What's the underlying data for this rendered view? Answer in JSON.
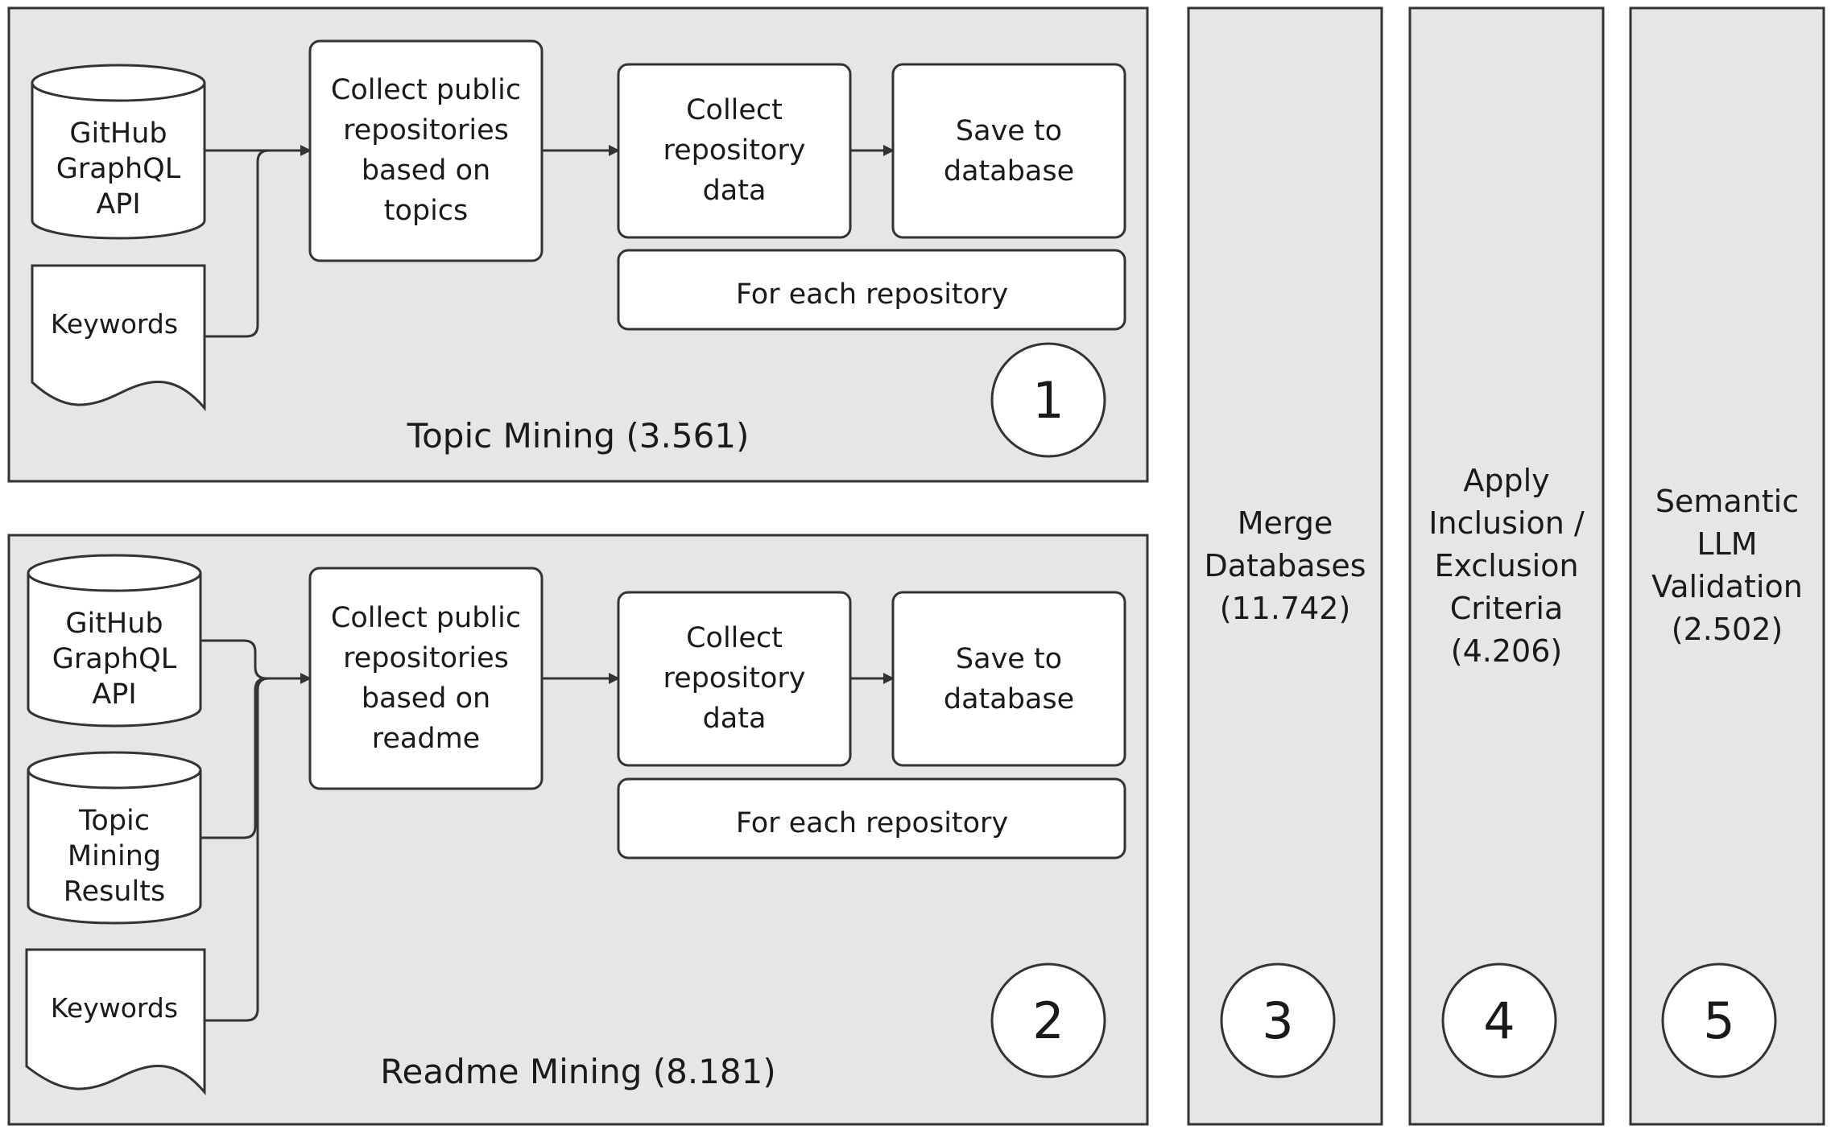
{
  "panels": {
    "topic": {
      "title": "Topic Mining (3.561)",
      "number": "1",
      "source_api": [
        "GitHub",
        "GraphQL",
        "API"
      ],
      "keywords": "Keywords",
      "collect": [
        "Collect public",
        "repositories",
        "based on",
        "topics"
      ],
      "collect_data": [
        "Collect",
        "repository",
        "data"
      ],
      "save": [
        "Save to",
        "database"
      ],
      "loop": "For each repository"
    },
    "readme": {
      "title": "Readme Mining (8.181)",
      "number": "2",
      "source_api": [
        "GitHub",
        "GraphQL",
        "API"
      ],
      "topic_results": [
        "Topic",
        "Mining",
        "Results"
      ],
      "keywords": "Keywords",
      "collect": [
        "Collect public",
        "repositories",
        "based on",
        "readme"
      ],
      "collect_data": [
        "Collect",
        "repository",
        "data"
      ],
      "save": [
        "Save to",
        "database"
      ],
      "loop": "For each repository"
    },
    "merge": {
      "lines": [
        "Merge",
        "Databases",
        "(11.742)"
      ],
      "number": "3"
    },
    "criteria": {
      "lines": [
        "Apply",
        "Inclusion /",
        "Exclusion",
        "Criteria",
        "(4.206)"
      ],
      "number": "4"
    },
    "llm": {
      "lines": [
        "Semantic",
        "LLM",
        "Validation",
        "(2.502)"
      ],
      "number": "5"
    }
  }
}
